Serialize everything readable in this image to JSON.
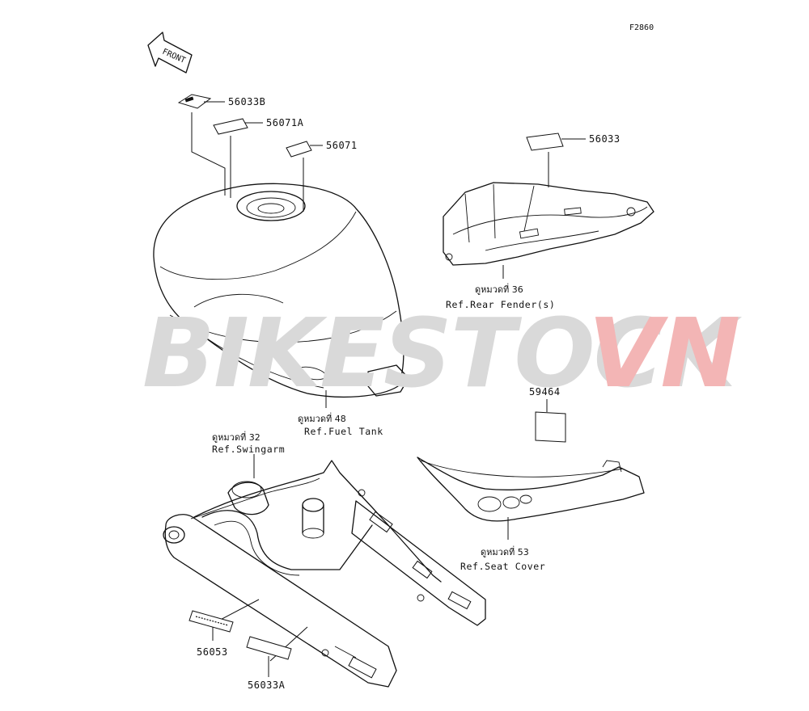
{
  "figure_code": "F2860",
  "front_arrow": {
    "label": "FRONT"
  },
  "watermark": {
    "text_gray": "BIKESTOCK",
    "text_red": "VN",
    "gray_color": "#d9d9d9",
    "red_color": "#f3b5b5"
  },
  "parts": [
    {
      "id": "56033B"
    },
    {
      "id": "56071A"
    },
    {
      "id": "56071"
    },
    {
      "id": "56033"
    },
    {
      "id": "59464"
    },
    {
      "id": "56053"
    },
    {
      "id": "56033A"
    }
  ],
  "references": {
    "rear_fender": {
      "thai": "ดูหมวดที่ 36",
      "english": "Ref.Rear Fender(s)"
    },
    "fuel_tank": {
      "thai": "ดูหมวดที่ 48",
      "english": "Ref.Fuel Tank"
    },
    "swingarm": {
      "thai": "ดูหมวดที่ 32",
      "english": "Ref.Swingarm"
    },
    "seat_cover": {
      "thai": "ดูหมวดที่ 53",
      "english": "Ref.Seat Cover"
    }
  }
}
